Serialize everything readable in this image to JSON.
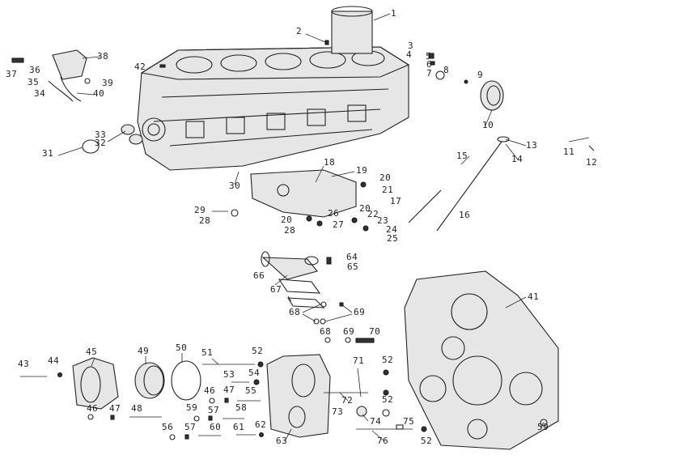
{
  "diagram": {
    "type": "exploded-parts-diagram",
    "callouts": [
      "1",
      "2",
      "3",
      "4",
      "5",
      "6",
      "7",
      "8",
      "9",
      "10",
      "11",
      "12",
      "13",
      "14",
      "15",
      "16",
      "17",
      "18",
      "19",
      "20",
      "21",
      "26",
      "29",
      "28",
      "20",
      "27",
      "20",
      "22",
      "23",
      "24",
      "25",
      "28",
      "30",
      "31",
      "32",
      "33",
      "34",
      "35",
      "36",
      "37",
      "38",
      "39",
      "40",
      "42",
      "64",
      "65",
      "66",
      "67",
      "68",
      "69",
      "68",
      "69",
      "70",
      "41",
      "43",
      "44",
      "45",
      "46",
      "47",
      "48",
      "49",
      "50",
      "51",
      "52",
      "53",
      "54",
      "46",
      "47",
      "55",
      "59",
      "57",
      "58",
      "56",
      "57",
      "60",
      "61",
      "62",
      "63",
      "71",
      "52",
      "72",
      "52",
      "73",
      "74",
      "75",
      "76",
      "52",
      "59"
    ]
  }
}
